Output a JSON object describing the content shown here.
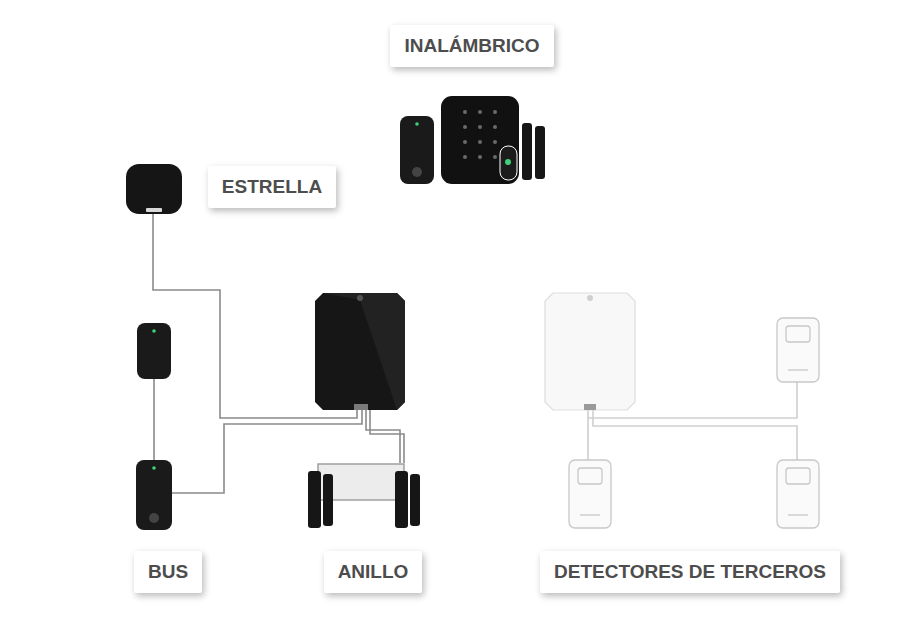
{
  "diagram": {
    "nodes": [
      {
        "text": [
          "INALÁMBRICO"
        ]
      },
      {
        "text": [
          "ESTRELLA"
        ]
      },
      {
        "text": [
          "BUS"
        ]
      },
      {
        "text": [
          "ANILLO"
        ]
      },
      {
        "text": [
          "DETECTORES DE TERCEROS"
        ]
      }
    ]
  }
}
